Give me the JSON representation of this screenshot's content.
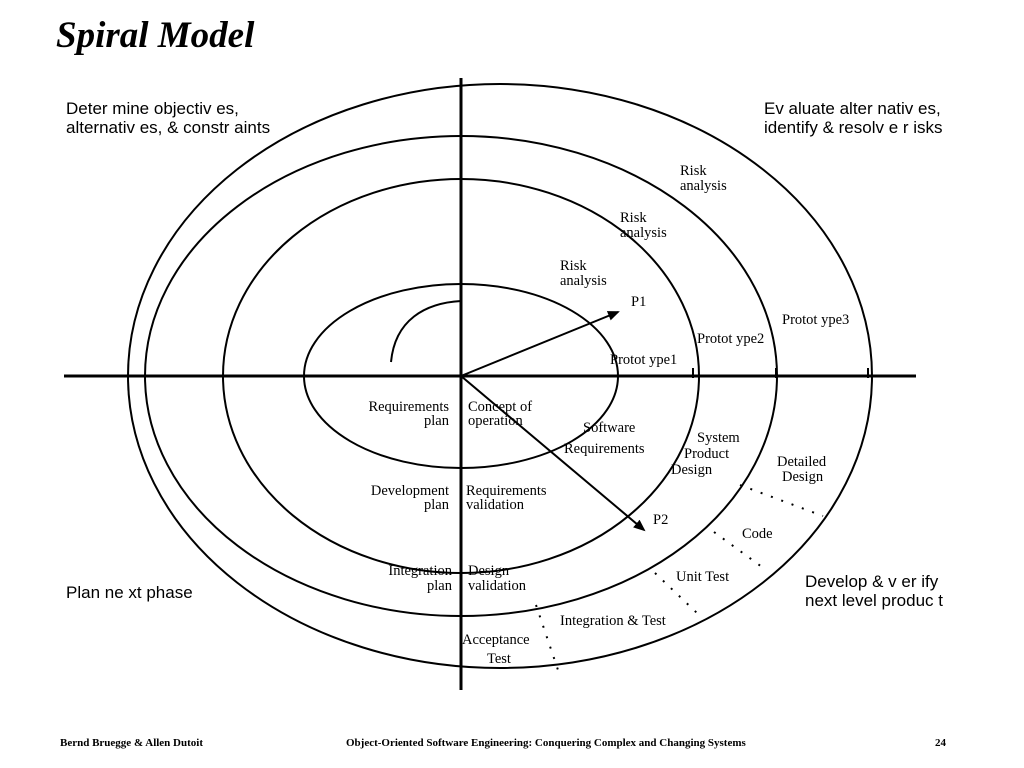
{
  "title": "Spiral Model",
  "quadrants": {
    "top_left": [
      "Deter mine objectiv  es,",
      "alternativ es, & constr aints"
    ],
    "top_right": [
      "Ev aluate alter nativ es,",
      "identify & resolv e r isks"
    ],
    "bottom_left": [
      "Plan ne xt phase"
    ],
    "bottom_right": [
      "Develop & v er ify",
      "next level produc t"
    ]
  },
  "labels": {
    "risk_analysis_1": [
      "Risk",
      "analysis"
    ],
    "risk_analysis_2": [
      "Risk",
      "analysis"
    ],
    "risk_analysis_3": [
      "Risk",
      "analysis"
    ],
    "p1": "P1",
    "p2": "P2",
    "prototype1": "Protot ype1",
    "prototype2": "Protot ype2",
    "prototype3": "Protot ype3",
    "requirements_plan": [
      "Requirements",
      "plan"
    ],
    "concept_of_operation": [
      "Concept of",
      "operation"
    ],
    "software_requirements": [
      "Software",
      "Requirements"
    ],
    "system_product_design": [
      "System",
      "Product",
      "Design"
    ],
    "detailed_design": [
      "Detailed",
      "Design"
    ],
    "development_plan": [
      "Development",
      "plan"
    ],
    "requirements_validation": [
      "Requirements",
      "validation"
    ],
    "code": "Code",
    "integration_plan": [
      "Integration",
      "plan"
    ],
    "design_validation": [
      "Design",
      "validation"
    ],
    "unit_test": "Unit Test",
    "integration_test": "Integration & Test",
    "acceptance_test": [
      "Acceptance",
      "Test"
    ]
  },
  "footer": {
    "left": "Bernd Bruegge & Allen Dutoit",
    "center": "Object-Oriented Software Engineering: Conquering Complex and Changing Systems",
    "page": "24"
  }
}
